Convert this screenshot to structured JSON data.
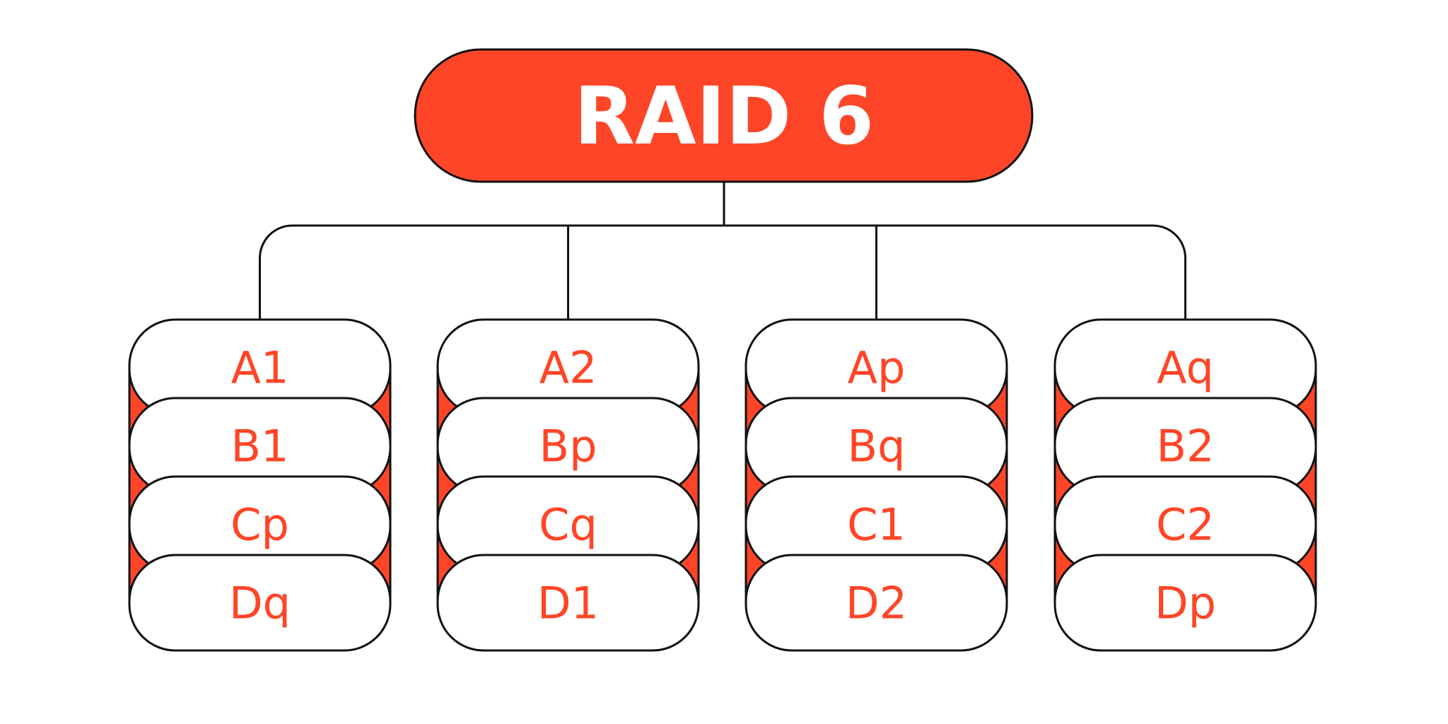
{
  "title": "RAID 6",
  "colors": {
    "accent": "#FF4527",
    "stroke": "#111111",
    "background": "#FFFFFF"
  },
  "disks": [
    {
      "blocks": [
        "A1",
        "B1",
        "Cp",
        "Dq"
      ]
    },
    {
      "blocks": [
        "A2",
        "Bp",
        "Cq",
        "D1"
      ]
    },
    {
      "blocks": [
        "Ap",
        "Bq",
        "C1",
        "D2"
      ]
    },
    {
      "blocks": [
        "Aq",
        "B2",
        "C2",
        "Dp"
      ]
    }
  ]
}
